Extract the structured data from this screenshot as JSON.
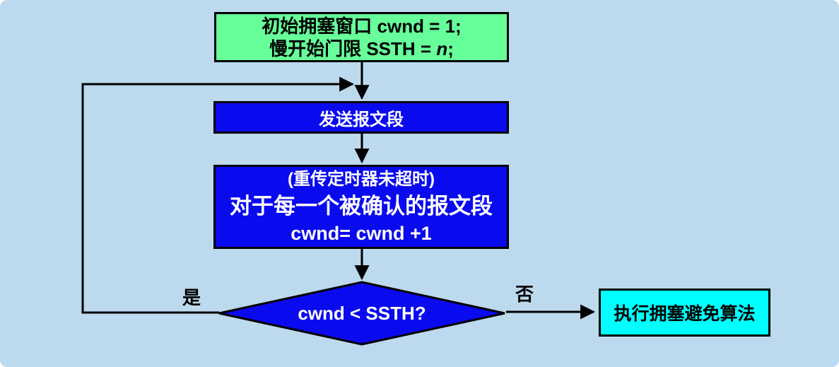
{
  "flowchart": {
    "background_color": "#BCD9EE",
    "nodes": {
      "init": {
        "fill": "#66FF99",
        "text_color": "#000000",
        "line1": "初始拥塞窗口 cwnd = 1;",
        "line2_prefix": "慢开始门限 SSTH = ",
        "line2_var": "n",
        "line2_suffix": ";"
      },
      "send": {
        "fill": "#0A0AEF",
        "text_color": "#FFFFFF",
        "label": "发送报文段"
      },
      "ack": {
        "fill": "#0A0AEF",
        "text_color": "#FFFFFF",
        "line1": "(重传定时器未超时)",
        "line2": "对于每一个被确认的报文段",
        "line3": "cwnd= cwnd +1"
      },
      "decision": {
        "fill": "#0A0AEF",
        "text_color": "#FFFFFF",
        "label": "cwnd < SSTH?"
      },
      "avoid": {
        "fill": "#00FFFF",
        "text_color": "#000000",
        "label": "执行拥塞避免算法"
      }
    },
    "edges": {
      "yes_label": "是",
      "no_label": "否",
      "line_color": "#000000"
    }
  }
}
